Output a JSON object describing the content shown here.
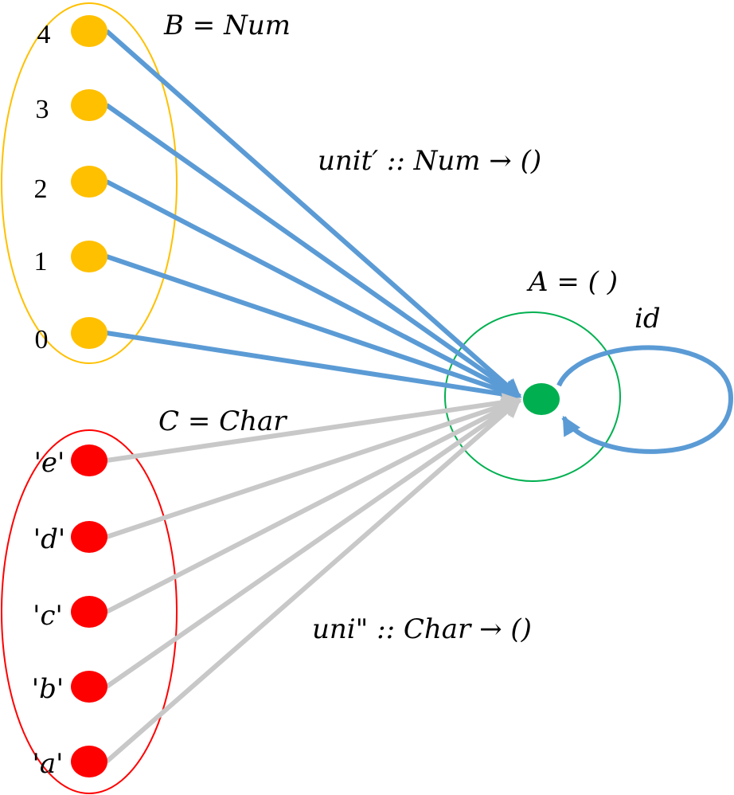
{
  "colors": {
    "num_node": "#FFC000",
    "num_set_outline": "#FFC000",
    "char_node": "#FF0000",
    "char_set_outline": "#FF0000",
    "unit_node": "#00B050",
    "unit_set_outline": "#00B050",
    "num_arrow": "#5B9BD5",
    "char_arrow": "#C8C8C8",
    "id_loop": "#5B9BD5"
  },
  "sets": {
    "B": {
      "label": "B = Num",
      "elements": [
        "4",
        "3",
        "2",
        "1",
        "0"
      ]
    },
    "C": {
      "label": "C = Char",
      "elements": [
        "'e'",
        "'d'",
        "'c'",
        "'b'",
        "'a'"
      ]
    },
    "A": {
      "label": "A = ( )"
    }
  },
  "functions": {
    "num_to_unit": "unit′ :: Num → ()",
    "char_to_unit": "uni\" :: Char → ()",
    "identity": "id"
  }
}
